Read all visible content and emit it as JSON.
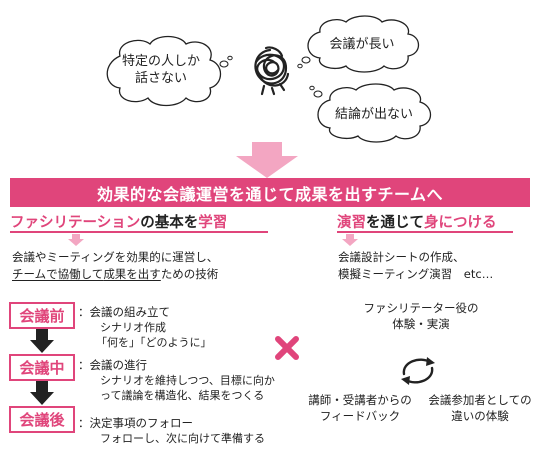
{
  "bubbles": {
    "left": "特定の人しか\n話さない",
    "top_right": "会議が長い",
    "bottom_right": "結論が出ない"
  },
  "banner": "効果的な会議運営を通じて成果を出すチームへ",
  "left_section": {
    "title_pink": "ファシリテーション",
    "title_dark": "の基本を",
    "title_pink2": "学習",
    "body_line1": "会議やミーティングを効果的に運営し、",
    "body_line2_ul1": "チームで協働して",
    "body_line2_mid": "成果を出す",
    "body_line2_end": "ための技術"
  },
  "right_section": {
    "title_pink": "演習",
    "title_dark": "を通じて",
    "title_pink2": "身につける",
    "body_line1": "会議設計シートの作成、",
    "body_line2": "模擬ミーティング演習　etc…"
  },
  "steps": [
    {
      "label": "会議前",
      "desc": "：会議の組み立て",
      "sub1": "シナリオ作成",
      "sub2": "「何を」「どのように」"
    },
    {
      "label": "会議中",
      "desc": "：会議の進行",
      "sub1": "シナリオを維持しつつ、目標に向か",
      "sub2": "って議論を構造化、結果をつくる"
    },
    {
      "label": "会議後",
      "desc": "：決定事項のフォロー",
      "sub1": "フォローし、次に向けて準備する",
      "sub2": ""
    }
  ],
  "cycle": {
    "top": "ファシリテーター役の\n体験・実演",
    "bottom_left": "講師・受講者からの\nフィードバック",
    "bottom_right": "会議参加者としての\n違いの体験"
  },
  "colors": {
    "accent": "#e0457b",
    "arrow_light": "#f3a6c2",
    "dark_arrow": "#222222"
  },
  "icons": {
    "tangle": "tangled-scribble-icon",
    "cross": "multiply-icon",
    "cycle": "cycle-arrows-icon"
  }
}
